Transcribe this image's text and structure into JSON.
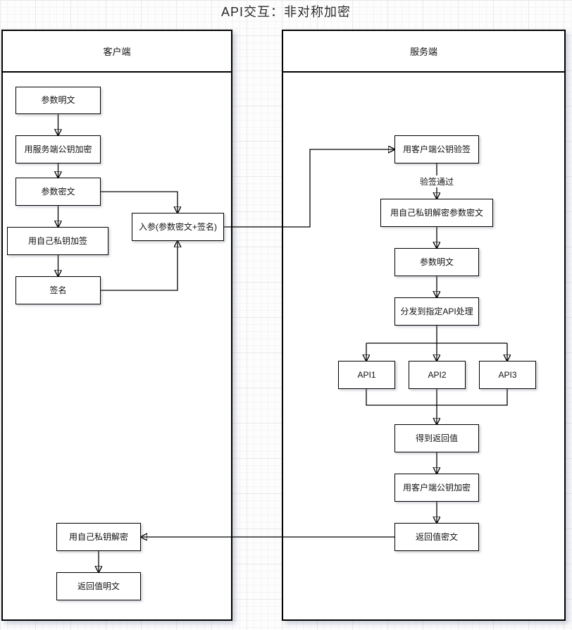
{
  "title": "API交互：非对称加密",
  "containers": {
    "client": {
      "label": "客户端"
    },
    "server": {
      "label": "服务端"
    }
  },
  "nodes": {
    "param_plain_client": {
      "label": "参数明文"
    },
    "encrypt_server_pub": {
      "label": "用服务端公钥加密"
    },
    "param_cipher": {
      "label": "参数密文"
    },
    "sign_own_priv": {
      "label": "用自己私钥加签"
    },
    "signature": {
      "label": "签名"
    },
    "input_params": {
      "label": "入参(参数密文+签名)"
    },
    "verify_client_pub": {
      "label": "用客户端公钥验签"
    },
    "decrypt_param_cipher": {
      "label": "用自己私钥解密参数密文"
    },
    "param_plain_server": {
      "label": "参数明文"
    },
    "dispatch_api": {
      "label": "分发到指定API处理"
    },
    "api1": {
      "label": "API1"
    },
    "api2": {
      "label": "API2"
    },
    "api3": {
      "label": "API3"
    },
    "get_return_value": {
      "label": "得到返回值"
    },
    "encrypt_client_pub": {
      "label": "用客户端公钥加密"
    },
    "return_cipher": {
      "label": "返回值密文"
    },
    "decrypt_own_priv": {
      "label": "用自己私钥解密"
    },
    "return_plain": {
      "label": "返回值明文"
    }
  },
  "edge_labels": {
    "verify_pass": "验签通过"
  },
  "colors": {
    "line": "#000000",
    "node_fill": "#ffffff",
    "grid_minor": "#f5f5f7",
    "grid_major": "#e9e9ec"
  }
}
